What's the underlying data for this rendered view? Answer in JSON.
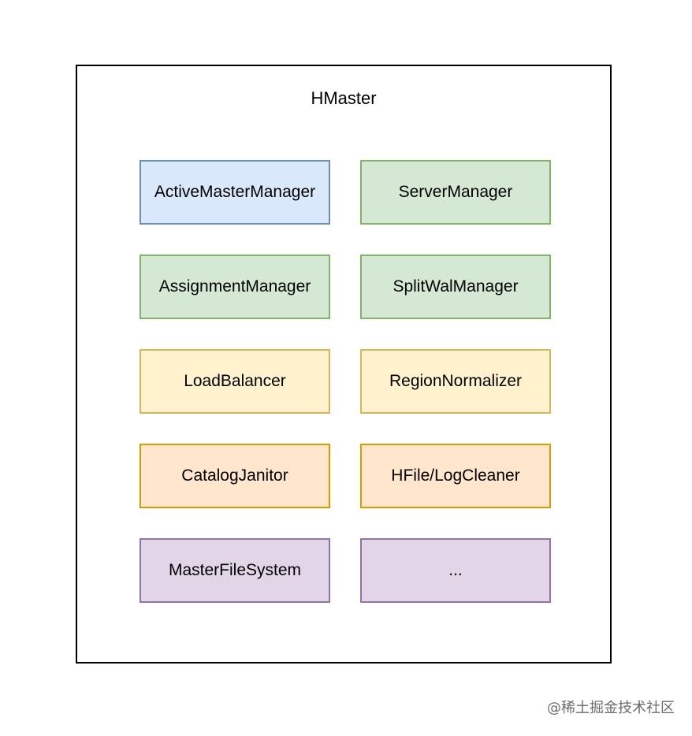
{
  "diagram": {
    "title": "HMaster",
    "components": [
      {
        "label": "ActiveMasterManager",
        "color": "#dae8fc",
        "border": "#6c8ebf"
      },
      {
        "label": "ServerManager",
        "color": "#d5e8d4",
        "border": "#82b366"
      },
      {
        "label": "AssignmentManager",
        "color": "#d5e8d4",
        "border": "#82b366"
      },
      {
        "label": "SplitWalManager",
        "color": "#d5e8d4",
        "border": "#82b366"
      },
      {
        "label": "LoadBalancer",
        "color": "#fff2cc",
        "border": "#d6b656"
      },
      {
        "label": "RegionNormalizer",
        "color": "#fff2cc",
        "border": "#d6b656"
      },
      {
        "label": "CatalogJanitor",
        "color": "#ffe6cc",
        "border": "#d79b00"
      },
      {
        "label": "HFile/LogCleaner",
        "color": "#ffe6cc",
        "border": "#d79b00"
      },
      {
        "label": "MasterFileSystem",
        "color": "#e1d5e7",
        "border": "#9673a6"
      },
      {
        "label": "...",
        "color": "#e1d5e7",
        "border": "#9673a6"
      }
    ]
  },
  "watermark": "@稀土掘金技术社区"
}
